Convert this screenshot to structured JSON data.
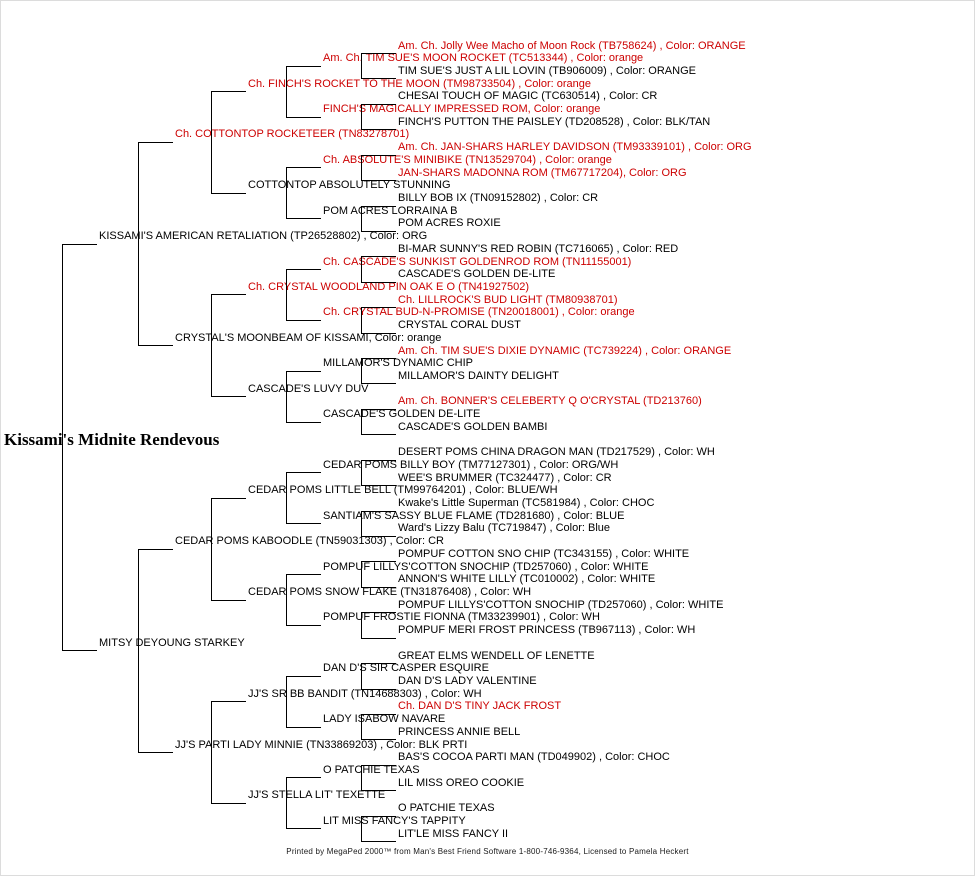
{
  "title": {
    "text": "Kissami's Midnite Rendevous"
  },
  "footer": {
    "text": "Printed by MegaPed 2000™ from Man's Best Friend Software 1-800-746-9364, Licensed to Pamela Heckert"
  },
  "colors": {
    "champion_red": "#cc0000",
    "normal_black": "#000000",
    "line_black": "#000000",
    "background": "#ffffff"
  },
  "pedigree": {
    "root": {
      "text": "Kissami's Midnite Rendevous",
      "red": false
    },
    "generations": [
      {
        "label": "generation-1",
        "nodes": [
          {
            "text": "KISSAMI'S AMERICAN RETALIATION (TP26528802) , Color: ORG",
            "red": false
          },
          {
            "text": "MITSY DEYOUNG STARKEY",
            "red": false
          }
        ]
      },
      {
        "label": "generation-2",
        "nodes": [
          {
            "text": "Ch. COTTONTOP ROCKETEER (TN83278701)",
            "red": true
          },
          {
            "text": "CRYSTAL'S MOONBEAM OF KISSAMI, Color: orange",
            "red": false
          },
          {
            "text": "CEDAR POMS KABOODLE (TN59031303) , Color: CR",
            "red": false
          },
          {
            "text": "JJ'S PARTI LADY MINNIE (TN33869203) , Color: BLK PRTI",
            "red": false
          }
        ]
      },
      {
        "label": "generation-3",
        "nodes": [
          {
            "text": "Ch. FINCH'S ROCKET TO THE MOON (TM98733504) , Color: orange",
            "red": true
          },
          {
            "text": "COTTONTOP ABSOLUTELY STUNNING",
            "red": false
          },
          {
            "text": "Ch. CRYSTAL WOODLAND PIN OAK E O (TN41927502)",
            "red": true
          },
          {
            "text": "CASCADE'S LUVY DUV",
            "red": false
          },
          {
            "text": "CEDAR POMS LITTLE BELL (TM99764201) , Color: BLUE/WH",
            "red": false
          },
          {
            "text": "CEDAR POMS SNOW FLAKE (TN31876408) , Color: WH",
            "red": false
          },
          {
            "text": "JJ'S SR BB BANDIT (TN14688303) , Color: WH",
            "red": false
          },
          {
            "text": "JJ'S STELLA LIT' TEXETTE",
            "red": false
          }
        ]
      },
      {
        "label": "generation-4",
        "nodes": [
          {
            "text": "Am. Ch. TIM SUE'S MOON ROCKET (TC513344) , Color: orange",
            "red": true
          },
          {
            "text": "FINCH'S MAGICALLY IMPRESSED ROM, Color: orange",
            "red": true
          },
          {
            "text": "Ch. ABSOLUTE'S MINIBIKE (TN13529704) , Color: orange",
            "red": true
          },
          {
            "text": "POM ACRES LORRAINA B",
            "red": false
          },
          {
            "text": "Ch. CASCADE'S SUNKIST GOLDENROD ROM (TN11155001)",
            "red": true
          },
          {
            "text": "Ch. CRYSTAL BUD-N-PROMISE (TN20018001) , Color: orange",
            "red": true
          },
          {
            "text": "MILLAMOR'S DYNAMIC CHIP",
            "red": false
          },
          {
            "text": "CASCADE'S GOLDEN DE-LITE",
            "red": false
          },
          {
            "text": "CEDAR POMS BILLY BOY (TM77127301) , Color: ORG/WH",
            "red": false
          },
          {
            "text": "SANTIAM'S SASSY BLUE FLAME (TD281680) , Color: BLUE",
            "red": false
          },
          {
            "text": "POMPUF LILLYS'COTTON SNOCHIP (TD257060) , Color: WHITE",
            "red": false
          },
          {
            "text": "POMPUF FROSTIE FIONNA (TM33239901) , Color: WH",
            "red": false
          },
          {
            "text": "DAN D'S SIR CASPER ESQUIRE",
            "red": false
          },
          {
            "text": "LADY ISABOW NAVARE",
            "red": false
          },
          {
            "text": "O PATCHIE TEXAS",
            "red": false
          },
          {
            "text": "LIT MISS FANCY'S TAPPITY",
            "red": false
          }
        ]
      },
      {
        "label": "generation-5",
        "nodes": [
          {
            "text": "Am. Ch. Jolly Wee Macho of Moon Rock (TB758624) , Color: ORANGE",
            "red": true
          },
          {
            "text": "TIM SUE'S JUST A LIL LOVIN (TB906009) , Color: ORANGE",
            "red": false
          },
          {
            "text": "CHESAI TOUCH OF MAGIC (TC630514) , Color: CR",
            "red": false
          },
          {
            "text": "FINCH'S PUTTON THE PAISLEY (TD208528) , Color: BLK/TAN",
            "red": false
          },
          {
            "text": "Am. Ch. JAN-SHARS HARLEY DAVIDSON (TM93339101) , Color: ORG",
            "red": true
          },
          {
            "text": "JAN-SHARS MADONNA ROM (TM67717204), Color: ORG",
            "red": true
          },
          {
            "text": "BILLY BOB IX (TN09152802) , Color: CR",
            "red": false
          },
          {
            "text": "POM ACRES ROXIE",
            "red": false
          },
          {
            "text": "BI-MAR SUNNY'S RED ROBIN (TC716065) , Color: RED",
            "red": false
          },
          {
            "text": "CASCADE'S GOLDEN DE-LITE",
            "red": false
          },
          {
            "text": "Ch. LILLROCK'S BUD LIGHT (TM80938701)",
            "red": true
          },
          {
            "text": "CRYSTAL CORAL DUST",
            "red": false
          },
          {
            "text": "Am. Ch. TIM SUE'S DIXIE DYNAMIC (TC739224) , Color: ORANGE",
            "red": true
          },
          {
            "text": "MILLAMOR'S DAINTY DELIGHT",
            "red": false
          },
          {
            "text": "Am. Ch. BONNER'S CELEBERTY Q O'CRYSTAL (TD213760)",
            "red": true
          },
          {
            "text": "CASCADE'S GOLDEN BAMBI",
            "red": false
          },
          {
            "text": "DESERT POMS CHINA DRAGON MAN (TD217529) , Color: WH",
            "red": false
          },
          {
            "text": "WEE'S BRUMMER (TC324477) , Color: CR",
            "red": false
          },
          {
            "text": "Kwake's Little Superman (TC581984) , Color: CHOC",
            "red": false
          },
          {
            "text": "Ward's Lizzy Balu (TC719847) , Color: Blue",
            "red": false
          },
          {
            "text": "POMPUF COTTON SNO CHIP (TC343155) , Color: WHITE",
            "red": false
          },
          {
            "text": "ANNON'S WHITE LILLY (TC010002) , Color: WHITE",
            "red": false
          },
          {
            "text": "POMPUF LILLYS'COTTON SNOCHIP (TD257060) , Color: WHITE",
            "red": false
          },
          {
            "text": "POMPUF MERI FROST PRINCESS (TB967113) , Color: WH",
            "red": false
          },
          {
            "text": "GREAT ELMS WENDELL OF LENETTE",
            "red": false
          },
          {
            "text": "DAN D'S LADY VALENTINE",
            "red": false
          },
          {
            "text": "Ch. DAN D'S TINY JACK FROST",
            "red": true
          },
          {
            "text": "PRINCESS ANNIE BELL",
            "red": false
          },
          {
            "text": "BAS'S COCOA PARTI MAN (TD049902) , Color: CHOC",
            "red": false
          },
          {
            "text": "LIL MISS OREO COOKIE",
            "red": false
          },
          {
            "text": "O PATCHIE TEXAS",
            "red": false
          },
          {
            "text": "LIT'LE MISS FANCY II",
            "red": false
          }
        ]
      }
    ]
  }
}
